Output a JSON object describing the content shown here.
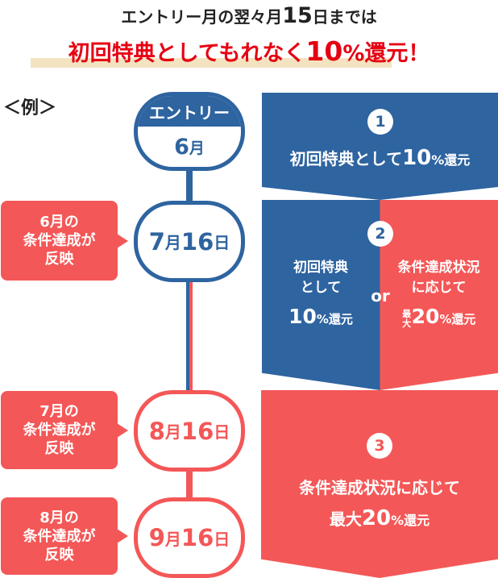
{
  "header": {
    "line1_a": "エントリー月の翌々月",
    "line1_num": "15",
    "line1_b": "日までは",
    "line2_a": "初回特典としてもれなく",
    "line2_num": "10",
    "line2_b": "%還元！"
  },
  "example_label": "＜例＞",
  "timeline": [
    {
      "top": "エントリー",
      "month_num": "6",
      "month_unit": "月"
    },
    {
      "num": "7",
      "m": "月",
      "d": "16",
      "u": "日"
    },
    {
      "num": "8",
      "m": "月",
      "d": "16",
      "u": "日"
    },
    {
      "num": "9",
      "m": "月",
      "d": "16",
      "u": "日"
    }
  ],
  "callouts": [
    {
      "l1": "6月の",
      "l2": "条件達成が",
      "l3": "反映"
    },
    {
      "l1": "7月の",
      "l2": "条件達成が",
      "l3": "反映"
    },
    {
      "l1": "8月の",
      "l2": "条件達成が",
      "l3": "反映"
    }
  ],
  "step1": {
    "num": "1",
    "text_a": "初回特典として",
    "text_num": "10",
    "text_b": "%還元"
  },
  "step2": {
    "num": "2",
    "left_l1": "初回特典",
    "left_l2": "として",
    "left_num": "10",
    "left_b": "%還元",
    "or": "or",
    "right_l1": "条件達成状況",
    "right_l2": "に応じて",
    "right_max": "最大",
    "right_num": "20",
    "right_b": "%還元"
  },
  "step3": {
    "num": "3",
    "l1": "条件達成状況に応じて",
    "l2_a": "最大",
    "l2_num": "20",
    "l2_b": "%還元"
  },
  "colors": {
    "blue": "#2e64a0",
    "red": "#f45757",
    "title_red": "#e60012",
    "highlight": "#f3e3c0"
  }
}
